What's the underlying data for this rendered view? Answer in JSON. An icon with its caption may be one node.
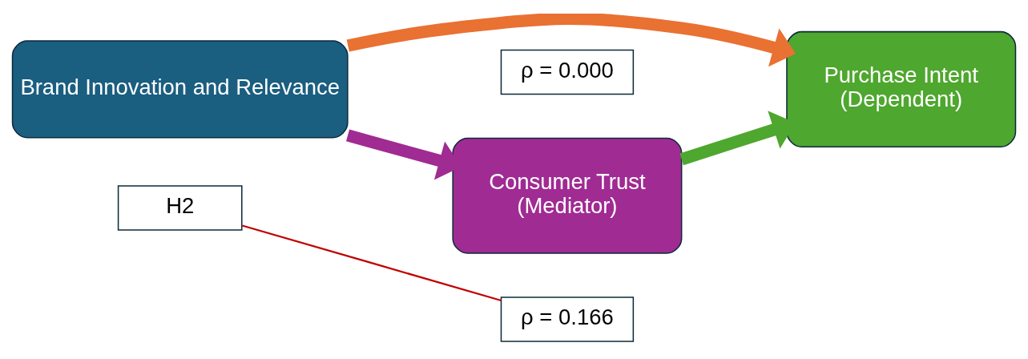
{
  "diagram": {
    "nodes": [
      {
        "text": [
          "Brand Innovation and Relevance"
        ]
      },
      {
        "text": [
          "Consumer Trust",
          "(Mediator)"
        ]
      },
      {
        "text": [
          "Purchase Intent",
          "(Dependent)"
        ]
      },
      {
        "text": [
          "ρ = 0.000"
        ]
      },
      {
        "text": [
          "ρ = 0.166"
        ]
      },
      {
        "text": [
          "H2"
        ]
      }
    ],
    "edges": [
      {
        "from": 0,
        "to": 1,
        "arrow": "to",
        "color": "#a02b93"
      },
      {
        "from": 1,
        "to": 2,
        "arrow": "to",
        "color": "#4ea72e"
      },
      {
        "from": 0,
        "to": 2,
        "arrow": "to",
        "color": "#e97132"
      },
      {
        "from": 5,
        "to": 4,
        "arrow": "none",
        "color": "#c00000"
      }
    ]
  }
}
